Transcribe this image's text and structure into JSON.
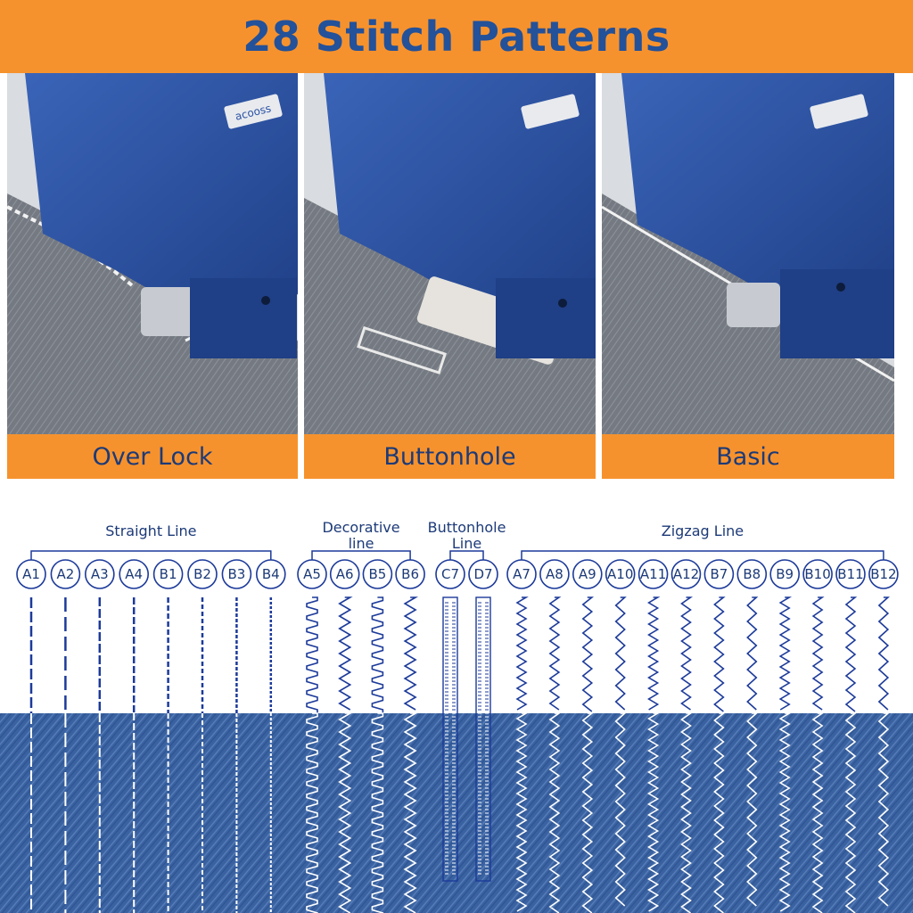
{
  "title": "28 Stitch Patterns",
  "brand": "acooss",
  "panels": [
    {
      "label": "Over Lock"
    },
    {
      "label": "Buttonhole"
    },
    {
      "label": "Basic"
    }
  ],
  "colors": {
    "banner": "#f6922d",
    "title": "#23519a",
    "machine": "#2b52a3",
    "fabric_gray": "#7b8087",
    "denim": "#3a62a0",
    "stitch": "#1c3a9a"
  },
  "groups": [
    {
      "title": "Straight Line",
      "codes": [
        "A1",
        "A2",
        "A3",
        "A4",
        "B1",
        "B2",
        "B3",
        "B4"
      ]
    },
    {
      "title_lines": [
        "Decorative",
        "line"
      ],
      "codes": [
        "A5",
        "A6",
        "B5",
        "B6"
      ]
    },
    {
      "title_lines": [
        "Buttonhole",
        "Line"
      ],
      "codes": [
        "C7",
        "D7"
      ]
    },
    {
      "title": "Zigzag Line",
      "codes": [
        "A7",
        "A8",
        "A9",
        "A10",
        "A11",
        "A12",
        "B7",
        "B8",
        "B9",
        "B10",
        "B11",
        "B12"
      ]
    }
  ]
}
